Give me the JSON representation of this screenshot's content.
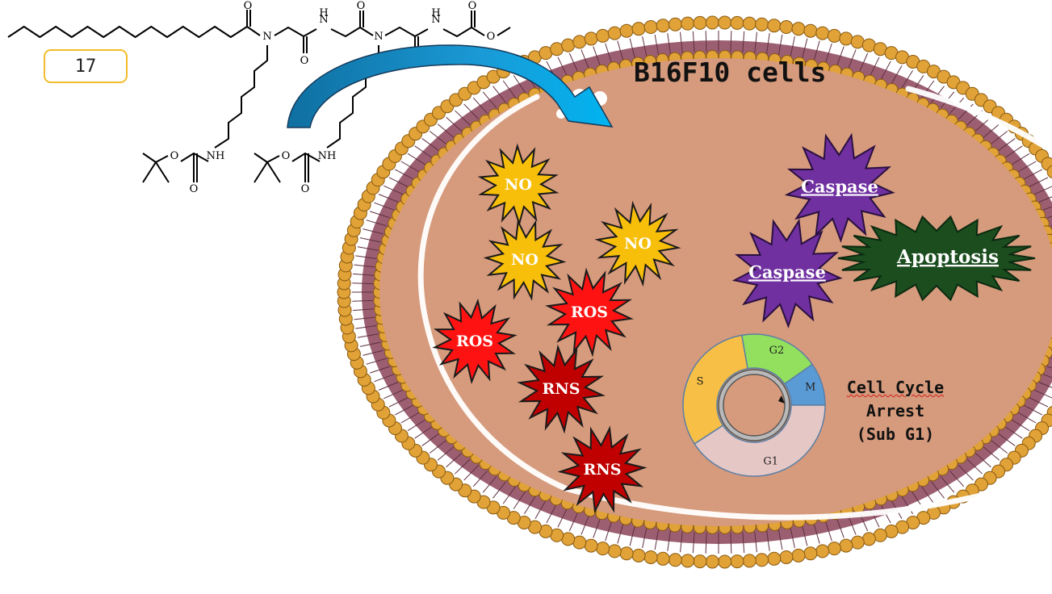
{
  "compound": {
    "label": "17"
  },
  "cell": {
    "title": "B16F10 cells"
  },
  "molecule": {
    "atom_labels": {
      "n": "N",
      "nh": "NH",
      "h": "H",
      "o": "O"
    }
  },
  "species": [
    {
      "label": "NO",
      "kind": "no",
      "color": "#f7bf0a"
    },
    {
      "label": "NO",
      "kind": "no",
      "color": "#f7bf0a"
    },
    {
      "label": "NO",
      "kind": "no",
      "color": "#f7bf0a"
    },
    {
      "label": "ROS",
      "kind": "ros",
      "color": "#ff1212"
    },
    {
      "label": "ROS",
      "kind": "ros",
      "color": "#ff1212"
    },
    {
      "label": "RNS",
      "kind": "rns",
      "color": "#c00000"
    },
    {
      "label": "RNS",
      "kind": "rns",
      "color": "#c00000"
    }
  ],
  "caspases": [
    {
      "label": "Caspase",
      "color": "#7030a0"
    },
    {
      "label": "Caspase",
      "color": "#7030a0"
    }
  ],
  "apoptosis": {
    "label": "Apoptosis",
    "color": "#1b4d1f"
  },
  "cell_cycle": {
    "phases": [
      {
        "label": "G2",
        "color": "#92e05d"
      },
      {
        "label": "M",
        "color": "#5a9bd5"
      },
      {
        "label": "G1",
        "color": "#e5c8c6"
      },
      {
        "label": "S",
        "color": "#f7bf45"
      }
    ],
    "arrest_lines": [
      "Cell Cycle",
      "Arrest",
      "(Sub G1)"
    ]
  },
  "colors": {
    "cytoplasm": "#d69a7c",
    "membrane_band": "#9c5f72",
    "lipid_head": "#e1a237",
    "arrow": "#1692c8"
  }
}
